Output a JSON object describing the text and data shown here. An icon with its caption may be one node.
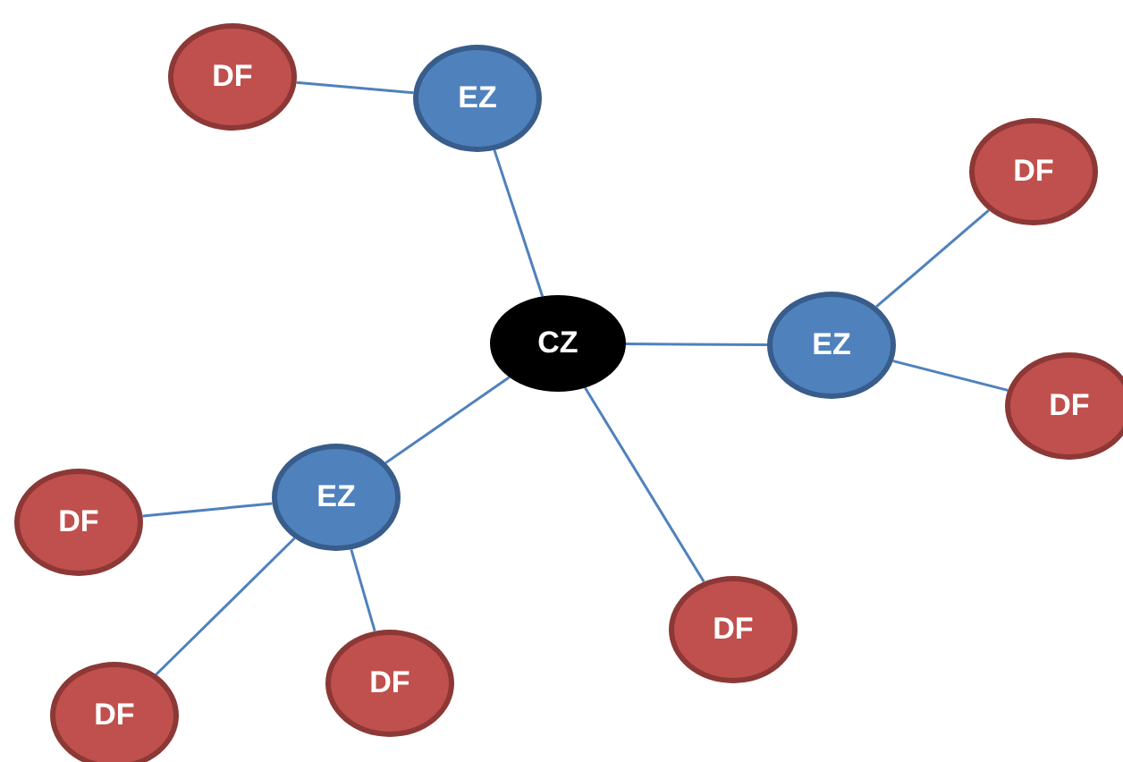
{
  "diagram": {
    "nodes": [
      {
        "text": [
          "DF"
        ]
      },
      {
        "text": [
          "EZ"
        ]
      },
      {
        "text": [
          "DF"
        ]
      },
      {
        "text": [
          "CZ"
        ]
      },
      {
        "text": [
          "EZ"
        ]
      },
      {
        "text": [
          "DF"
        ]
      },
      {
        "text": [
          "EZ"
        ]
      },
      {
        "text": [
          "DF"
        ]
      },
      {
        "text": [
          "DF"
        ]
      },
      {
        "text": [
          "DF"
        ]
      },
      {
        "text": [
          "DF"
        ]
      }
    ],
    "edges": [
      {
        "from": 3,
        "to": 1,
        "arrow": "none"
      },
      {
        "from": 3,
        "to": 4,
        "arrow": "none"
      },
      {
        "from": 3,
        "to": 6,
        "arrow": "none"
      },
      {
        "from": 3,
        "to": 8,
        "arrow": "none"
      },
      {
        "from": 1,
        "to": 0,
        "arrow": "none"
      },
      {
        "from": 4,
        "to": 2,
        "arrow": "none"
      },
      {
        "from": 4,
        "to": 5,
        "arrow": "none"
      },
      {
        "from": 6,
        "to": 7,
        "arrow": "none"
      },
      {
        "from": 6,
        "to": 9,
        "arrow": "none"
      },
      {
        "from": 6,
        "to": 10,
        "arrow": "none"
      }
    ]
  }
}
